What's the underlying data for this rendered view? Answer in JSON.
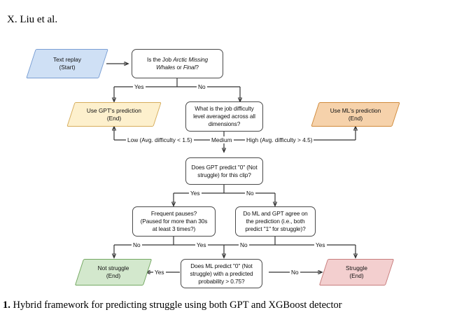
{
  "page": {
    "running_head": "X. Liu et al.",
    "caption_number": "1.",
    "caption_text": " Hybrid framework for predicting struggle using both GPT and XGBoost detector"
  },
  "colors": {
    "start_fill": "#cfe0f5",
    "start_stroke": "#7a9fd4",
    "gpt_end_fill": "#fdf0cd",
    "gpt_end_stroke": "#d6ad5c",
    "ml_end_fill": "#f6d2ab",
    "ml_end_stroke": "#d08b3c",
    "not_struggle_fill": "#d3e8cd",
    "not_struggle_stroke": "#74a862",
    "struggle_fill": "#f3cfcf",
    "struggle_stroke": "#c77d7d",
    "node_stroke": "#4a4a4a",
    "edge_stroke": "#333333"
  },
  "diagram": {
    "type": "flowchart",
    "nodes": [
      {
        "id": "start",
        "shape": "parallelogram",
        "line1": "Text replay",
        "line2": "(Start)"
      },
      {
        "id": "q_job",
        "shape": "decision",
        "line1": "Is the Job ",
        "em1": "Arctic Missing",
        "line2": "Whales",
        "mid2": " or ",
        "em2": "Final",
        "tail2": "?"
      },
      {
        "id": "gpt_end",
        "shape": "parallelogram",
        "line1": "Use GPT's prediction",
        "line2": "(End)"
      },
      {
        "id": "q_difficulty",
        "shape": "decision",
        "line1": "What is the job difficulty",
        "line2": "level averaged across all",
        "line3": "dimensions?"
      },
      {
        "id": "ml_end",
        "shape": "parallelogram",
        "line1": "Use ML's prediction",
        "line2": "(End)"
      },
      {
        "id": "q_gpt0",
        "shape": "decision",
        "line1": "Does GPT predict \"0\" (Not",
        "line2": "struggle) for this clip?"
      },
      {
        "id": "q_pauses",
        "shape": "decision",
        "line1": "Frequent pauses?",
        "line2": "(Paused for more than 30s",
        "line3": "at least 3 times?)"
      },
      {
        "id": "q_agree",
        "shape": "decision",
        "line1": "Do ML and GPT agree on",
        "line2": "the prediction (i.e., both",
        "line3": "predict \"1\" for struggle)?"
      },
      {
        "id": "not_struggle",
        "shape": "parallelogram",
        "line1": "Not struggle",
        "line2": "(End)"
      },
      {
        "id": "q_mlprob",
        "shape": "decision",
        "line1": "Does ML predict \"0\" (Not",
        "line2": "struggle) with a predicted",
        "line3": "probability > 0.75?"
      },
      {
        "id": "struggle",
        "shape": "parallelogram",
        "line1": "Struggle",
        "line2": "(End)"
      }
    ],
    "edge_labels": {
      "job_yes": "Yes",
      "job_no": "No",
      "diff_low": "Low (Avg. difficulty < 1.5)",
      "diff_medium": "Medium",
      "diff_high": "High (Avg. difficulty > 4.5)",
      "gpt0_yes": "Yes",
      "gpt0_no": "No",
      "pauses_no": "No",
      "pauses_yes": "Yes",
      "agree_no": "No",
      "agree_yes": "Yes",
      "mlprob_yes": "Yes",
      "mlprob_no": "No"
    }
  }
}
